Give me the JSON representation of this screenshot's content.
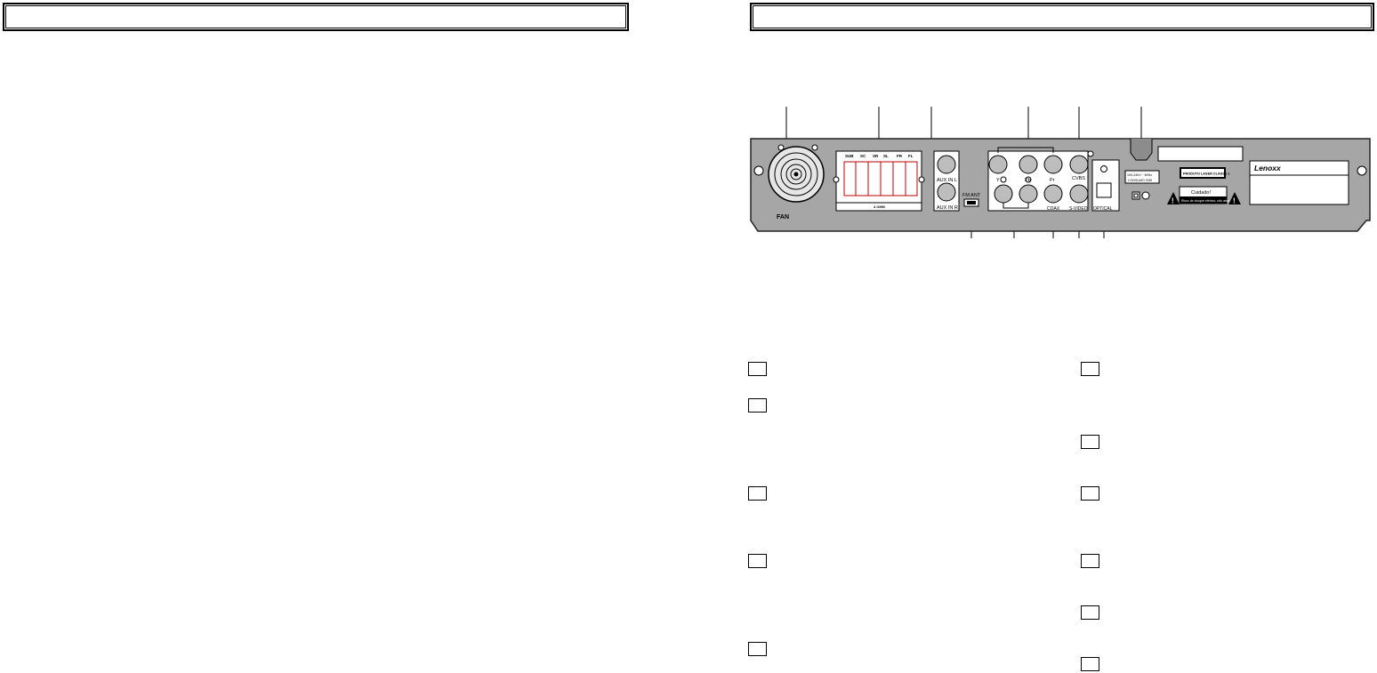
{
  "panel": {
    "fan_label": "FAN",
    "speaker_labels": [
      "SUB",
      "SC",
      "SR",
      "SL",
      "FR",
      "FL"
    ],
    "speaker_ohm": "4 OHM",
    "aux_in_l": "AUX IN L",
    "aux_in_r": "AUX IN R",
    "fm_ant": "FM ANT",
    "y_label": "Y",
    "pb_label": "Pb",
    "pr_label": "Pr",
    "cvbs_label": "CVBS",
    "coax_label": "COAX",
    "svideo_label": "S-VIDEO",
    "optical_label": "OPTICAL",
    "power_rating": "100-240V ~ 60Hz",
    "power_consumption": "CONSUMO 30W",
    "laser_label": "PRODUTO LASER CLASSE 1",
    "caution_title": "Cuidado!",
    "caution_text": "Risco de choque elétrico, não abra",
    "brand": "Lenoxx"
  }
}
